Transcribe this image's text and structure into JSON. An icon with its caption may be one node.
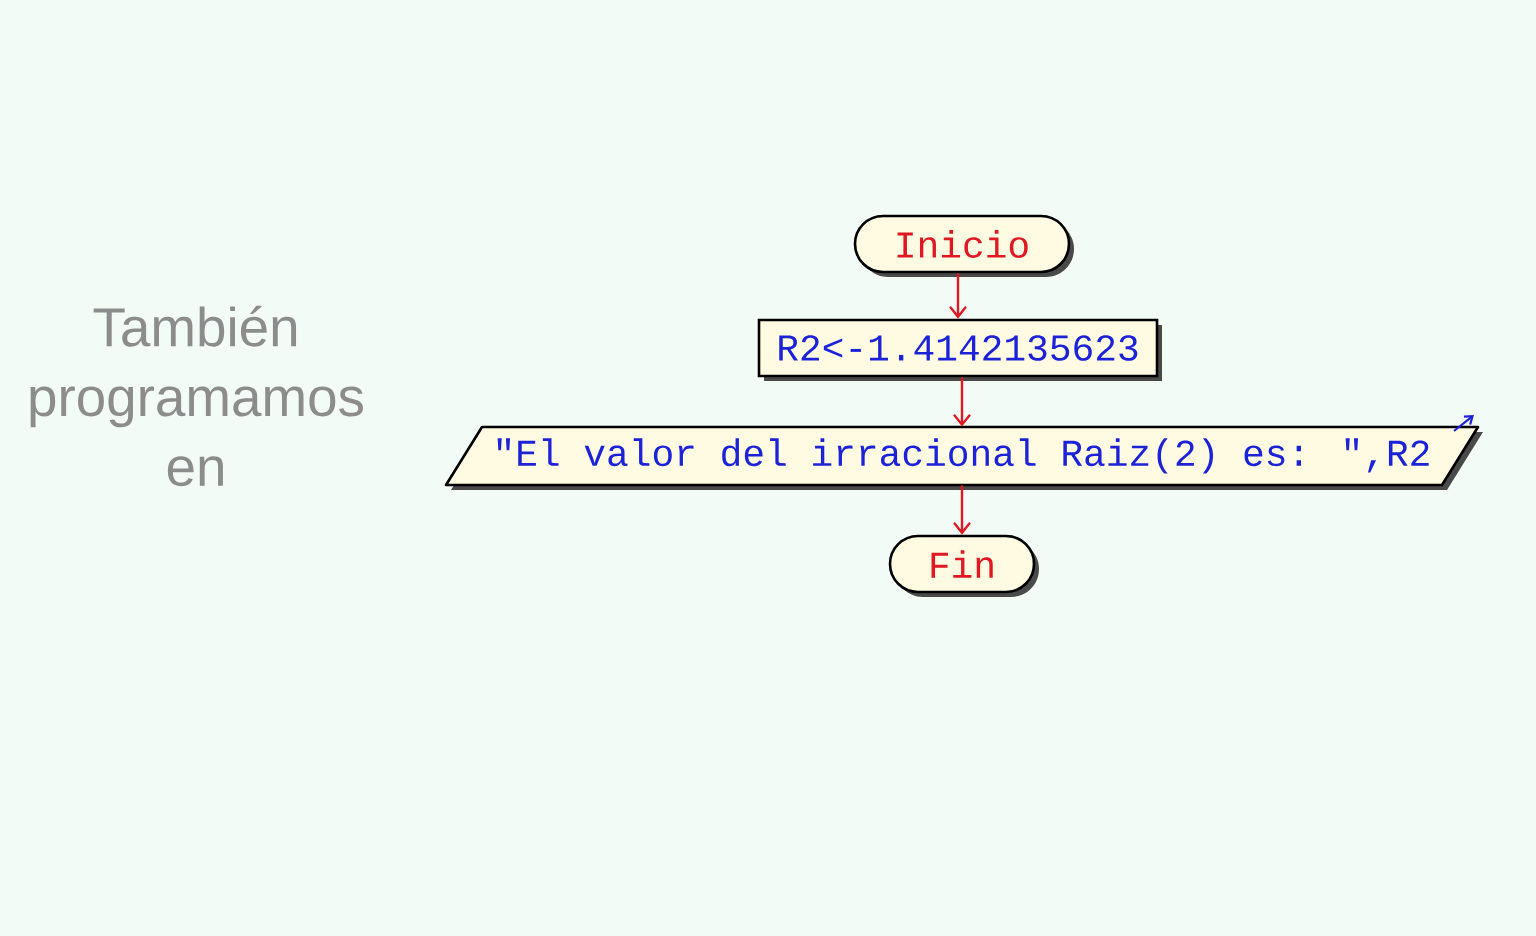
{
  "diagram": {
    "nodes": [
      {
        "text": [
          "Inicio"
        ]
      },
      {
        "text": [
          "R2<-1.4142135623"
        ]
      },
      {
        "text": [
          "\"El valor del irracional Raiz(2) es: \",R2"
        ]
      },
      {
        "text": [
          "Fin"
        ]
      }
    ],
    "edges": [
      {
        "from": 0,
        "to": 1,
        "arrow": "to"
      },
      {
        "from": 1,
        "to": 2,
        "arrow": "to"
      },
      {
        "from": 2,
        "to": 3,
        "arrow": "to"
      }
    ],
    "labels": [
      "También programamos en"
    ]
  }
}
